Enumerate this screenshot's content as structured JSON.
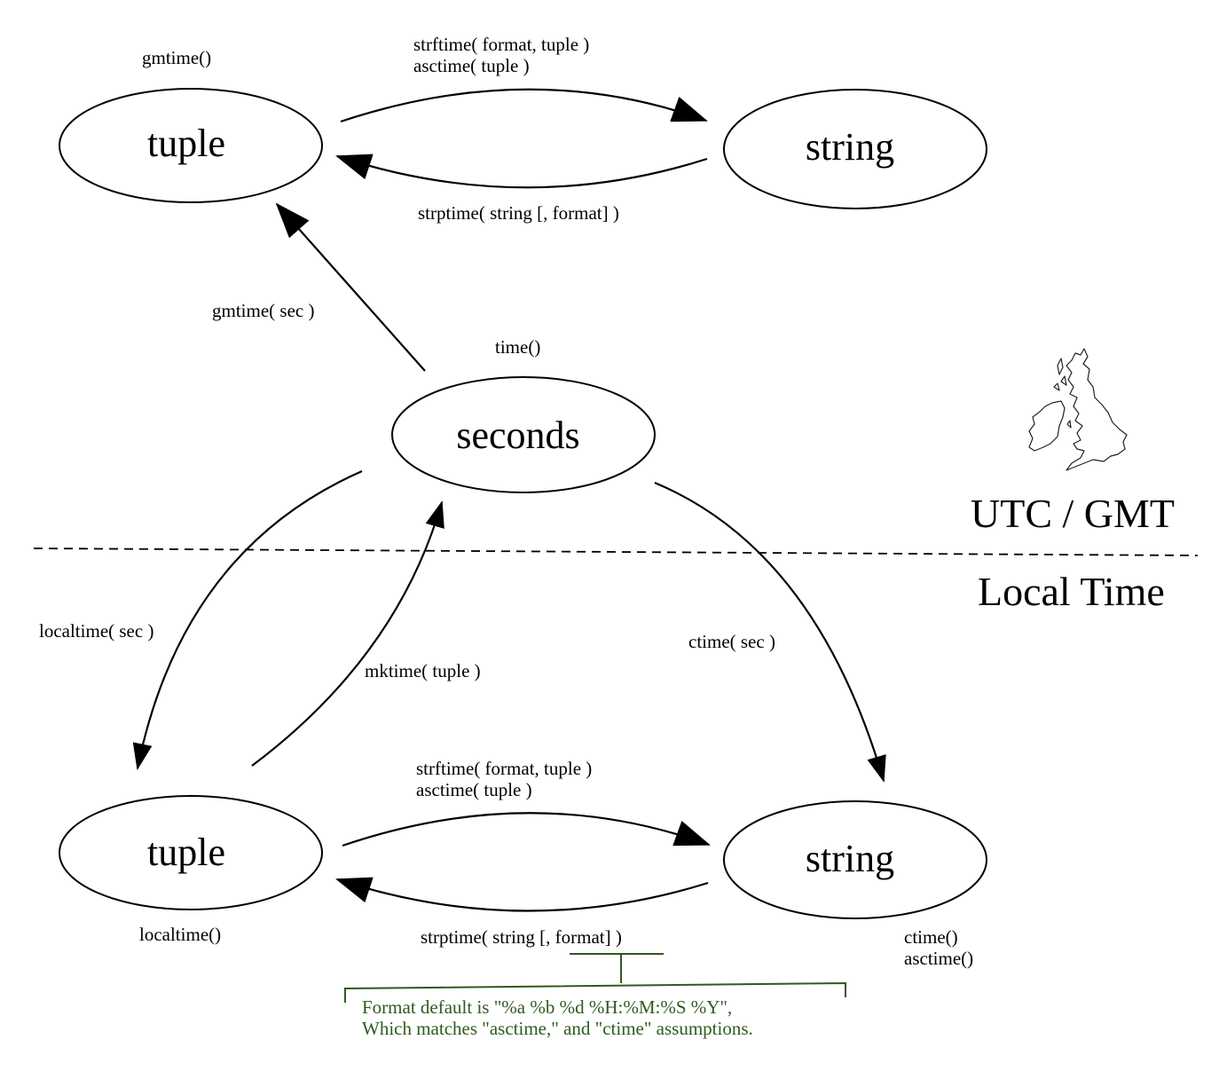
{
  "nodes": {
    "utc_tuple": "tuple",
    "utc_string": "string",
    "seconds": "seconds",
    "local_tuple": "tuple",
    "local_string": "string"
  },
  "node_captions": {
    "utc_tuple": "gmtime()",
    "seconds": "time()",
    "local_tuple": "localtime()",
    "local_string": [
      "ctime()",
      "asctime()"
    ]
  },
  "edges": {
    "utc_tuple_to_string": [
      "strftime( format, tuple )",
      "asctime( tuple )"
    ],
    "utc_string_to_tuple": "strptime( string [, format] )",
    "seconds_to_utc_tuple": "gmtime( sec )",
    "seconds_to_local_tuple": "localtime( sec )",
    "local_tuple_to_seconds": "mktime( tuple )",
    "seconds_to_local_string": "ctime( sec )",
    "local_tuple_to_string": [
      "strftime( format, tuple )",
      "asctime( tuple )"
    ],
    "local_string_to_tuple": "strptime( string [, format] )"
  },
  "zones": {
    "upper": "UTC / GMT",
    "lower": "Local Time"
  },
  "note": [
    "Format default is \"%a %b %d %H:%M:%S %Y\",",
    "Which matches \"asctime,\" and \"ctime\" assumptions."
  ],
  "icons": {
    "map": "uk-map-icon"
  },
  "colors": {
    "note": "#2f5a1f",
    "ink": "#000000"
  }
}
